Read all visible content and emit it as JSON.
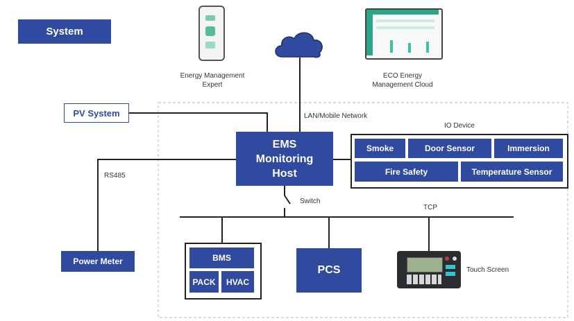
{
  "title": "System",
  "app_label": "Energy Management Expert",
  "cloud_label": "ECO Energy Management Cloud",
  "network_label": "LAN/Mobile Network",
  "pv_system": "PV System",
  "ems_host": "EMS Monitoring Host",
  "io_device": {
    "title": "IO Device",
    "items": [
      "Smoke",
      "Door Sensor",
      "Immersion",
      "Fire Safety",
      "Temperature Sensor"
    ]
  },
  "rs485": "RS485",
  "switch": "Switch",
  "tcp": "TCP",
  "power_meter": "Power Meter",
  "bms_group": {
    "bms": "BMS",
    "pack": "PACK",
    "hvac": "HVAC"
  },
  "pcs": "PCS",
  "touch_screen": "Touch Screen",
  "colors": {
    "primary": "#2f4a9e",
    "line": "#222222",
    "dashed": "#c8c8c8"
  }
}
